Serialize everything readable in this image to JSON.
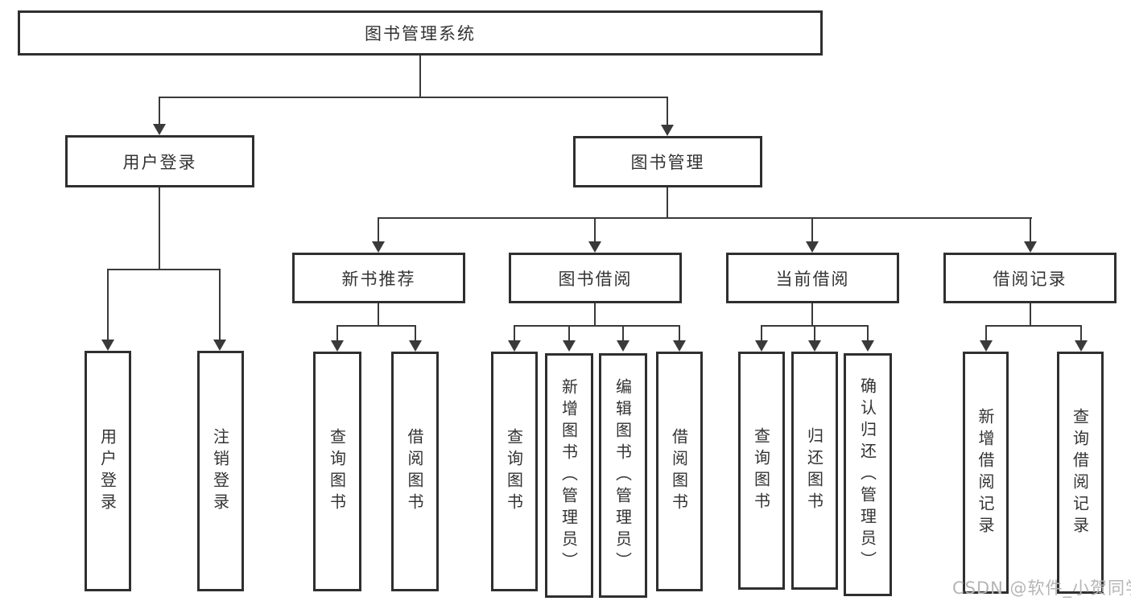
{
  "diagram_title": "图书管理系统",
  "nodes": {
    "root": {
      "label": "图书管理系统"
    },
    "user_login": {
      "label": "用户登录"
    },
    "book_mgmt": {
      "label": "图书管理"
    },
    "leaf_user_login": {
      "label": "用户登录"
    },
    "leaf_logout": {
      "label": "注销登录"
    },
    "new_book_rec": {
      "label": "新书推荐"
    },
    "book_borrow": {
      "label": "图书借阅"
    },
    "current_borrow": {
      "label": "当前借阅"
    },
    "borrow_records": {
      "label": "借阅记录"
    },
    "nbr_query_book": {
      "label": "查询图书"
    },
    "nbr_borrow_book": {
      "label": "借阅图书"
    },
    "bb_query_book": {
      "label": "查询图书"
    },
    "bb_add_book_admin": {
      "label": "新增图书（管理员）"
    },
    "bb_edit_book_admin": {
      "label": "编辑图书（管理员）"
    },
    "bb_borrow_book": {
      "label": "借阅图书"
    },
    "cb_query_book": {
      "label": "查询图书"
    },
    "cb_return_book": {
      "label": "归还图书"
    },
    "cb_confirm_return_admin": {
      "label": "确认归还（管理员）"
    },
    "br_add_record": {
      "label": "新增借阅记录"
    },
    "br_query_record": {
      "label": "查询借阅记录"
    }
  },
  "watermark": "CSDN @软件_小贺同学",
  "colors": {
    "line": "#3a3a3a",
    "box_border": "#2f2f2f",
    "text": "#333333",
    "watermark": "#b5b5b5",
    "background": "#ffffff"
  }
}
